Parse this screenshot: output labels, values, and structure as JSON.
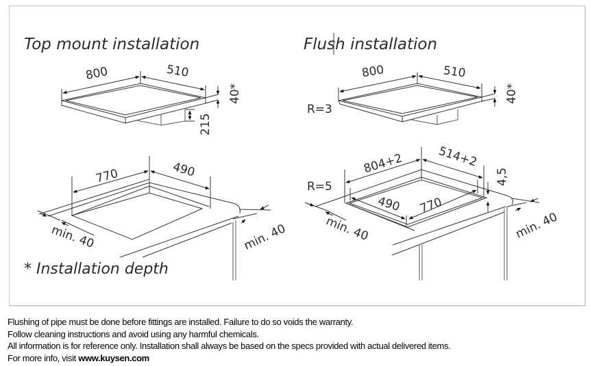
{
  "diagram": {
    "top_mount": {
      "title": "Top mount installation",
      "dims": {
        "length": "800",
        "width": "510",
        "depth": "40*",
        "body_depth": "215"
      },
      "cutout": {
        "length": "770",
        "width": "490",
        "min_left": "min. 40",
        "min_right": "min. 40"
      }
    },
    "flush": {
      "title": "Flush installation",
      "dims": {
        "length": "800",
        "width": "510",
        "depth": "40*",
        "radius": "R=3"
      },
      "cutout": {
        "outer_length": "804+2",
        "outer_width": "514+2",
        "recess_depth": "4,5",
        "radius": "R=5",
        "inner_width": "490",
        "inner_length": "770",
        "min_left": "min. 40",
        "min_right": "min. 40"
      }
    },
    "footnote": "* Installation depth"
  },
  "notes": {
    "line1": "Flushing of pipe must be done before fittings are installed. Failure to do so voids the warranty.",
    "line2": "Follow cleaning instructions and avoid using any harmful chemicals.",
    "line3": "All information is for reference only. Installation shall always be based on the specs provided with actual delivered items.",
    "line4_prefix": "For more info, visit ",
    "line4_link": "www.kuysen.com"
  }
}
